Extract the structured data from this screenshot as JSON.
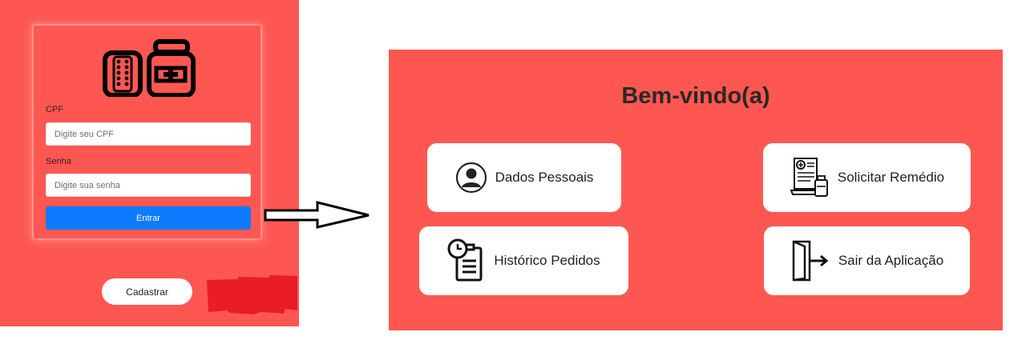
{
  "login": {
    "cpf_label": "CPF",
    "cpf_placeholder": "Digite seu CPF",
    "senha_label": "Senha",
    "senha_placeholder": "Digite sua senha",
    "entrar_label": "Entrar",
    "cadastrar_label": "Cadastrar",
    "logo_icon": "pill-blister-and-medicine-bottle-icon"
  },
  "home": {
    "title": "Bem-vindo(a)",
    "menu": [
      {
        "label": "Dados Pessoais",
        "icon": "user-avatar-icon"
      },
      {
        "label": "Solicitar Remédio",
        "icon": "prescription-medicine-icon"
      },
      {
        "label": "Histórico Pedidos",
        "icon": "clock-clipboard-icon"
      },
      {
        "label": "Sair da Aplicação",
        "icon": "exit-door-icon"
      }
    ]
  },
  "colors": {
    "background": "#fe5751",
    "primary_button": "#0d7bfd",
    "card": "#ffffff",
    "scribble": "#ea1c24"
  }
}
